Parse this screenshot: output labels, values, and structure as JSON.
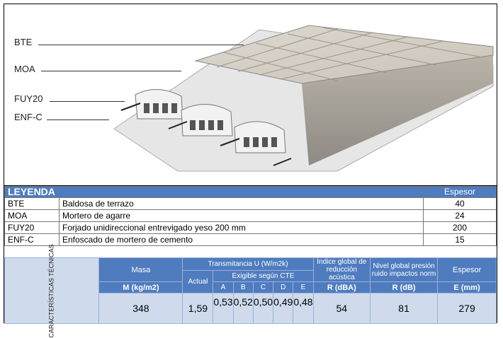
{
  "illustration": {
    "labels": [
      "BTE",
      "MOA",
      "FUY20",
      "ENF-C"
    ]
  },
  "legend": {
    "title": "LEYENDA",
    "thickness_header": "Espesor",
    "rows": [
      {
        "code": "BTE",
        "description": "Baldosa de terrazo",
        "thickness": "40"
      },
      {
        "code": "MOA",
        "description": "Mortero de agarre",
        "thickness": "24"
      },
      {
        "code": "FUY20",
        "description": "Forjado unidireccional entrevigado yeso 200 mm",
        "thickness": "200"
      },
      {
        "code": "ENF-C",
        "description": "Enfoscado de mortero de cemento",
        "thickness": "15"
      }
    ]
  },
  "characteristics": {
    "side_label": "CARACTERÍSTICAS TÉCNICAS",
    "mass_header": "Masa",
    "mass_unit": "M (kg/m2)",
    "transmittance_header": "Transmitancia U (W/m2k)",
    "actual_header": "Actual",
    "cte_header": "Exigible según CTE",
    "cte_zones": [
      "A",
      "B",
      "C",
      "D",
      "E"
    ],
    "acoustic_header": "Índice global de reducción acústica",
    "acoustic_unit": "R (dBA)",
    "impact_header": "Nivel global presión ruido impactos norm",
    "impact_unit": "R (dB)",
    "thickness_header": "Espesor",
    "thickness_unit": "E (mm)",
    "values": {
      "mass": "348",
      "actual": "1,59",
      "cte": [
        "0,53",
        "0,52",
        "0,50",
        "0,49",
        "0,48"
      ],
      "acoustic": "54",
      "impact": "81",
      "thickness": "279"
    }
  }
}
